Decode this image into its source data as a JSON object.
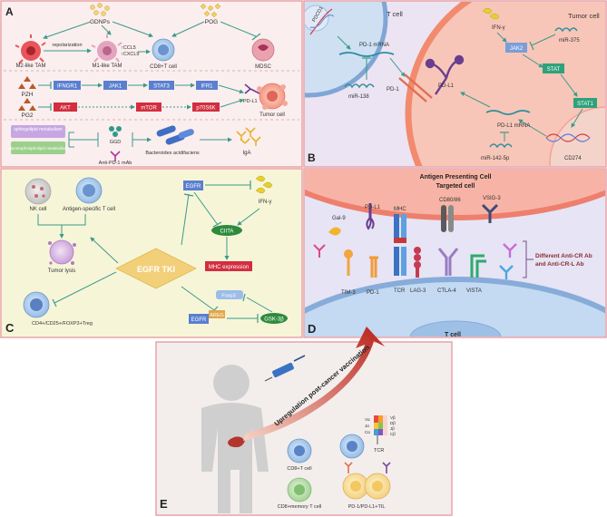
{
  "panelA": {
    "letter": "A",
    "gdnps": "GDNPs",
    "pog": "POG",
    "repolarization": "repolarization",
    "m2_tam": "M2-like TAM",
    "m1_tam": "M1-like TAM",
    "ccl5": "↑CCL5",
    "cxcl9": "↑CXCL9",
    "cd8_tcell": "CD8+T cell",
    "mdsc": "MDSC",
    "pzh": "PZH",
    "pg2": "PG2",
    "ifngr1": "IFNGR1",
    "jak1": "JAK1",
    "stat3": "STAT3",
    "irf1": "IFR1",
    "akt": "AKT",
    "mtor": "mTOR",
    "p70s6k": "p70S6K",
    "pdl1": "PD-L1",
    "tumor_cell": "Tumor cell",
    "sphingolipid": "sphingolipid metabolism",
    "glycerophospholipid": "glycerophospholipid metabolism",
    "ggd": "GGD",
    "anti_pd1": "Anti-PD-1 mAb",
    "bacteroides": "Bacteroides acidifaciens",
    "iga": "IgA"
  },
  "panelB": {
    "letter": "B",
    "tcell": "T cell",
    "tumor_cell": "Tumor cell",
    "pdcd1": "PDCD1",
    "pd1_mrna": "PD-1 mRNA",
    "mir138": "miR-138",
    "pd1": "PD-1",
    "pdl1": "PD-L1",
    "ifng": "IFN-γ",
    "jak2": "JAK2",
    "mir375": "miR-375",
    "stat": "STAT",
    "stat1": "STAT1",
    "pdl1_mrna": "PD-L1 mRNA",
    "mir142": "miR-142-5p",
    "cd274": "CD274"
  },
  "panelC": {
    "letter": "C",
    "nk_cell": "NK cell",
    "antigen_tcell": "Antigen-specific T cell",
    "tumor_lysis": "Tumor lysis",
    "egfr_tki": "EGFR TKI",
    "treg": "CD4+/CD25+/FOXP3+Treg",
    "egfr_top": "EGFR",
    "ifng": "IFN-γ",
    "ciita": "CIITA",
    "mhc_expression": "MHC expression",
    "foxp3": "Foxp3",
    "egfr_bottom": "EGFR",
    "areg": "AREG",
    "gsk3b": "GSK-3β"
  },
  "panelD": {
    "letter": "D",
    "apc": "Antigen Presenting Cell",
    "targeted": "Targeted cell",
    "tcell": "T cell",
    "pdl1": "PD-L1",
    "mhc": "MHC",
    "cd80": "CD80/86",
    "vsig3": "VSIG-3",
    "gal9": "Gal-9",
    "tim3": "TIM-3",
    "pd1": "PD-1",
    "tcr": "TCR",
    "lag3": "LAG-3",
    "ctla4": "CTLA-4",
    "vista": "VISTA",
    "ab_line1": "Different Anti-CR Ab",
    "ab_line2": "and Anti-CR-L Ab"
  },
  "panelE": {
    "letter": "E",
    "upregulation": "Upregulation post-cancer vaccination",
    "cd8_tcell": "CD8+T cell",
    "cd8_memory": "CD8+memory T cell",
    "pd1_til": "PD-1/PD-L1+TIL",
    "tcr": "TCR",
    "va": "Vα",
    "ja": "Jα",
    "ca": "Cα",
    "vb": "Vβ",
    "db": "Dβ",
    "jb": "Jβ",
    "cb": "Cβ"
  },
  "colors": {
    "panelA_bg": "#fbeeee",
    "panelB_bg": "#ece4f2",
    "panelC_bg": "#f7f5d8",
    "panelD_bg": "#e6e4f5",
    "panelE_bg": "#f3eeec",
    "frame": "#e8a3a8",
    "blue_box": "#5b7fd0",
    "red_box": "#d22e3f",
    "green_box": "#2e8b3d",
    "arrow_teal": "#3a9a8a",
    "tumor_orange": "#f08066",
    "tcell_blue": "#b3d1ee"
  }
}
